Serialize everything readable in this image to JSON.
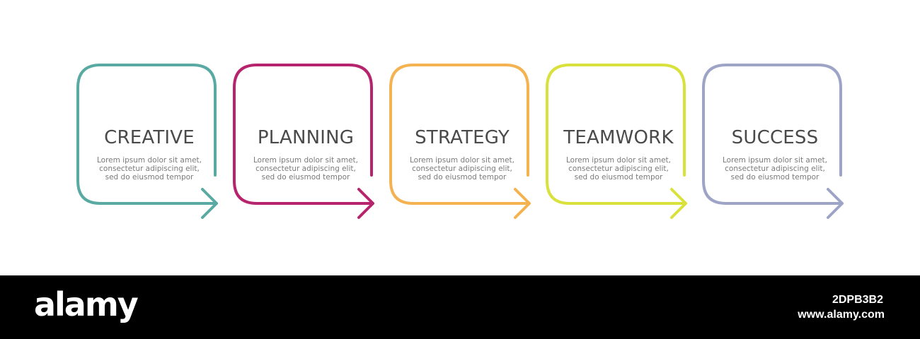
{
  "steps": [
    {
      "title": "CREATIVE",
      "color": "#58aaa2",
      "desc": [
        "Lorem ipsum dolor sit amet,",
        "consectetur adipiscing elit,",
        "sed do eiusmod tempor"
      ]
    },
    {
      "title": "PLANNING",
      "color": "#b7246e",
      "desc": [
        "Lorem ipsum dolor sit amet,",
        "consectetur adipiscing elit,",
        "sed do eiusmod tempor"
      ]
    },
    {
      "title": "STRATEGY",
      "color": "#f4b251",
      "desc": [
        "Lorem ipsum dolor sit amet,",
        "consectetur adipiscing elit,",
        "sed do eiusmod tempor"
      ]
    },
    {
      "title": "TEAMWORK",
      "color": "#d9e13c",
      "desc": [
        "Lorem ipsum dolor sit amet,",
        "consectetur adipiscing elit,",
        "sed do eiusmod tempor"
      ]
    },
    {
      "title": "SUCCESS",
      "color": "#9ea4c6",
      "desc": [
        "Lorem ipsum dolor sit amet,",
        "consectetur adipiscing elit,",
        "sed do eiusmod tempor"
      ]
    }
  ],
  "footer": {
    "brand": "alamy",
    "image_id": "2DPB3B2",
    "url": "www.alamy.com"
  }
}
